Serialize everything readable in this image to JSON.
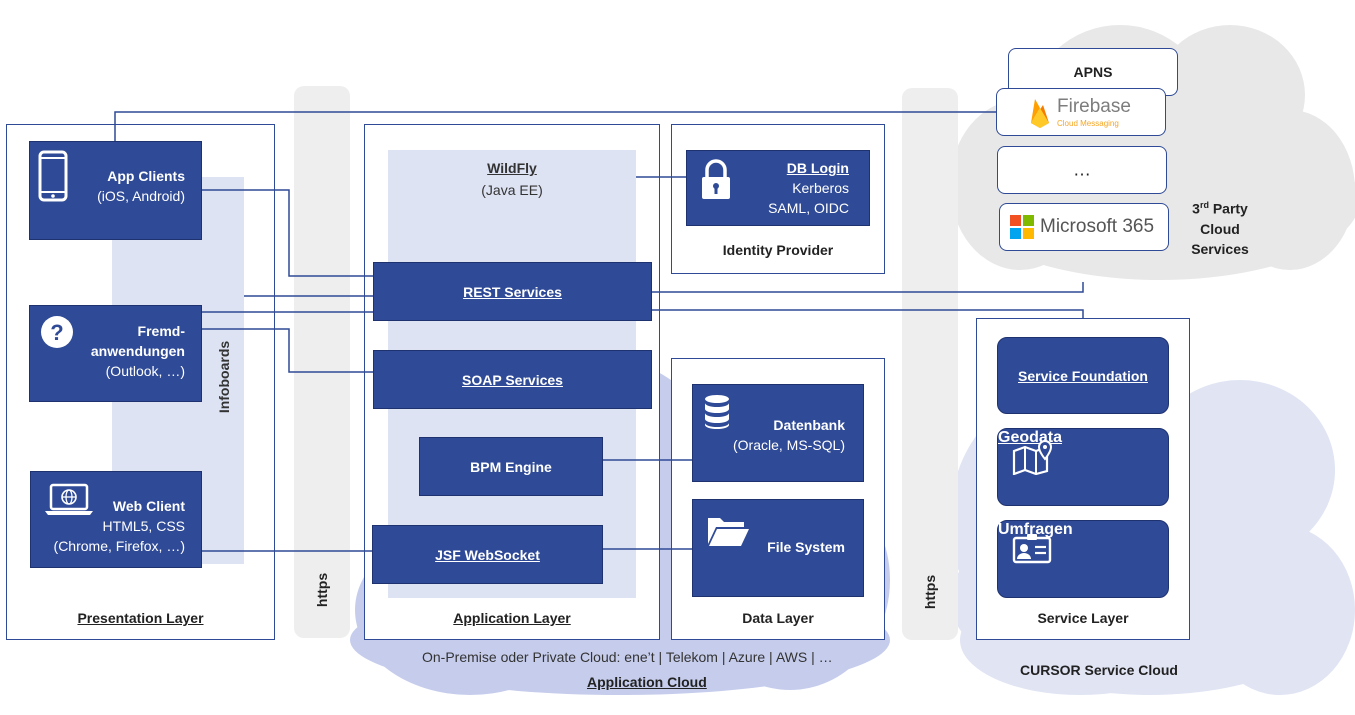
{
  "presentation": {
    "title": "Presentation Layer",
    "infoboards": "Infoboards",
    "app_clients": {
      "title": "App Clients",
      "sub": "(iOS, Android)"
    },
    "fremd": {
      "line1": "Fremd-",
      "line2": "anwendungen",
      "sub": "(Outlook, …)"
    },
    "web_client": {
      "title": "Web Client",
      "line2": "HTML5, CSS",
      "line3": "(Chrome, Firefox, …)"
    }
  },
  "https": {
    "left": "https",
    "right": "https"
  },
  "application": {
    "title": "Application Layer",
    "wildfly": {
      "title": "WildFly",
      "sub": "(Java EE)"
    },
    "rest": "REST Services",
    "soap": "SOAP Services",
    "bpm": "BPM Engine",
    "jsf": "JSF WebSocket"
  },
  "identity": {
    "title": "Identity Provider",
    "db_login": "DB Login",
    "line2": "Kerberos",
    "line3": "SAML, OIDC"
  },
  "data": {
    "title": "Data Layer",
    "db": {
      "title": "Datenbank",
      "sub": "(Oracle, MS-SQL)"
    },
    "fs": "File System"
  },
  "cloud_app": {
    "note": "On-Premise oder Private Cloud: ene’t | Telekom | Azure | AWS | …",
    "title": "Application Cloud"
  },
  "third_party": {
    "apns": "APNS",
    "firebase": "Firebase",
    "firebase_sub": "Cloud Messaging",
    "dots": "…",
    "ms365": "Microsoft 365",
    "title_line1": "3",
    "title_sup": "rd",
    "title_line1b": " Party",
    "title_line2": "Cloud",
    "title_line3": "Services"
  },
  "service": {
    "title": "Service Layer",
    "foundation": "Service Foundation",
    "geodata": "Geodata",
    "umfragen": "Umfragen",
    "cloud_title": "CURSOR Service Cloud"
  },
  "colors": {
    "primary": "#2f4a96",
    "light_panel": "#dde3f3",
    "cloud_blue": "#c6cdec",
    "cloud_gray": "#e8e8e8",
    "https_gray": "#eeeeee",
    "firebase_yellow": "#f5a623",
    "firebase_gray": "#7d7d7d"
  }
}
